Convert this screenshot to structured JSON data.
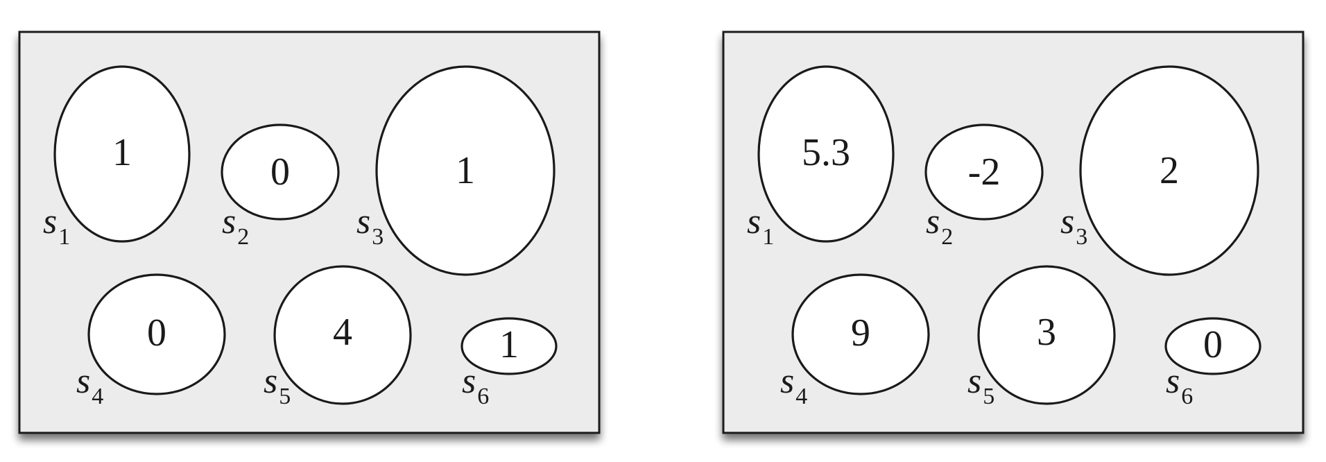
{
  "panels": [
    {
      "cells": [
        {
          "label": "s",
          "sub": "1",
          "value": "1"
        },
        {
          "label": "s",
          "sub": "2",
          "value": "0"
        },
        {
          "label": "s",
          "sub": "3",
          "value": "1"
        },
        {
          "label": "s",
          "sub": "4",
          "value": "0"
        },
        {
          "label": "s",
          "sub": "5",
          "value": "4"
        },
        {
          "label": "s",
          "sub": "6",
          "value": "1"
        }
      ]
    },
    {
      "cells": [
        {
          "label": "s",
          "sub": "1",
          "value": "5.3"
        },
        {
          "label": "s",
          "sub": "2",
          "value": "-2"
        },
        {
          "label": "s",
          "sub": "3",
          "value": "2"
        },
        {
          "label": "s",
          "sub": "4",
          "value": "9"
        },
        {
          "label": "s",
          "sub": "5",
          "value": "3"
        },
        {
          "label": "s",
          "sub": "6",
          "value": "0"
        }
      ]
    }
  ]
}
